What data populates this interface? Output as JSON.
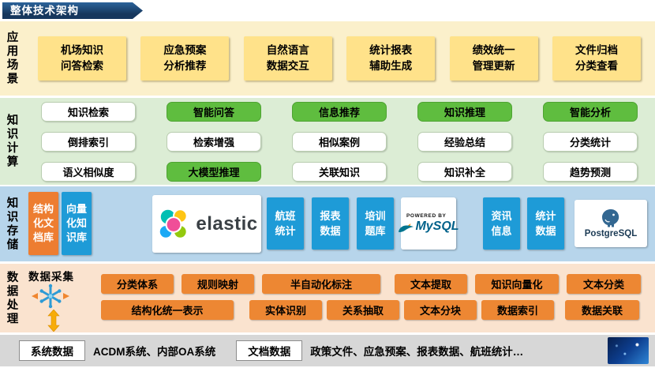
{
  "banner": {
    "title": "整体技术架构"
  },
  "colors": {
    "banner_blue": "#16375D",
    "app_band": "#FBF0CB",
    "app_box_yellow": "#FFE28A",
    "compute_band": "#DCEDD5",
    "compute_green": "#5FBD3F",
    "storage_band": "#B7D5EB",
    "storage_blue": "#1E9BD7",
    "storage_orange": "#ED7D31",
    "processing_band": "#FAE3CF",
    "processing_orange": "#ED8733",
    "source_band": "#D7D7D7"
  },
  "app_layer": {
    "label": "应用场景",
    "boxes": [
      {
        "line1": "机场知识",
        "line2": "问答检索"
      },
      {
        "line1": "应急预案",
        "line2": "分析推荐"
      },
      {
        "line1": "自然语言",
        "line2": "数据交互"
      },
      {
        "line1": "统计报表",
        "line2": "辅助生成"
      },
      {
        "line1": "绩效统一",
        "line2": "管理更新"
      },
      {
        "line1": "文件归档",
        "line2": "分类查看"
      }
    ]
  },
  "compute_layer": {
    "label": "知识计算",
    "columns": [
      [
        "知识检索",
        "倒排索引",
        "语义相似度"
      ],
      [
        "智能问答",
        "检索增强",
        "大模型推理"
      ],
      [
        "信息推荐",
        "相似案例",
        "关联知识"
      ],
      [
        "知识推理",
        "经验总结",
        "知识补全"
      ],
      [
        "智能分析",
        "分类统计",
        "趋势预测"
      ]
    ]
  },
  "storage_layer": {
    "label": "知识存储",
    "doc_store": "结构化文档库",
    "vector_store": "向量化知识库",
    "elastic_text": "elastic",
    "stores_mid": [
      "航班统计",
      "报表数据",
      "培训题库"
    ],
    "mysql": {
      "powered_by": "POWERED BY",
      "name": "MySQL"
    },
    "stores_right": [
      "资讯信息",
      "统计数据"
    ],
    "postgresql": "PostgreSQL"
  },
  "processing_layer": {
    "label": "数据处理",
    "collect_label": "数据采集",
    "row1": [
      "分类体系",
      "规则映射",
      "半自动化标注",
      "文本提取",
      "知识向量化",
      "文本分类"
    ],
    "row2": [
      "结构化统一表示",
      "实体识别",
      "关系抽取",
      "文本分块",
      "数据索引",
      "数据关联"
    ]
  },
  "source_layer": {
    "system_label": "系统数据",
    "system_text": "ACDM系统、内部OA系统",
    "doc_label": "文档数据",
    "doc_text": "政策文件、应急预案、报表数据、航班统计…"
  }
}
